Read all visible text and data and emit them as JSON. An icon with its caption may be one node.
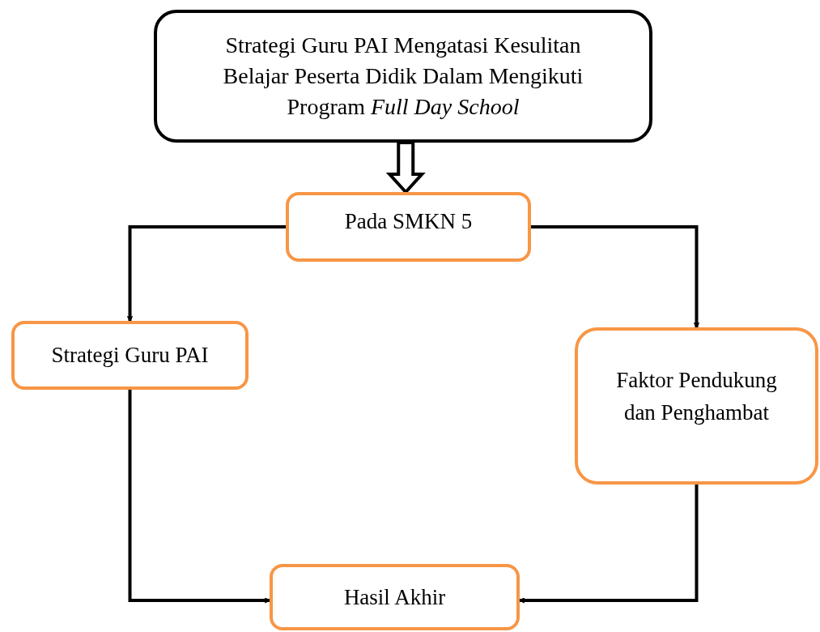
{
  "diagram": {
    "nodes": [
      {
        "text": [
          "Strategi Guru PAI Mengatasi Kesulitan Belajar Peserta Didik Dalam Mengikuti Program *Full Day School*"
        ]
      },
      {
        "text": [
          "Pada SMKN 5"
        ]
      },
      {
        "text": [
          "Strategi Guru PAI"
        ]
      },
      {
        "text": [
          "Faktor Pendukung dan Penghambat"
        ]
      },
      {
        "text": [
          "Hasil Akhir"
        ]
      }
    ],
    "edges": [
      {
        "from": 0,
        "to": 1,
        "arrow": "to",
        "style": "thick"
      },
      {
        "from": 1,
        "to": 2,
        "arrow": "to"
      },
      {
        "from": 1,
        "to": 3,
        "arrow": "to"
      },
      {
        "from": 2,
        "to": 4,
        "arrow": "to"
      },
      {
        "from": 3,
        "to": 4,
        "arrow": "to"
      }
    ]
  }
}
